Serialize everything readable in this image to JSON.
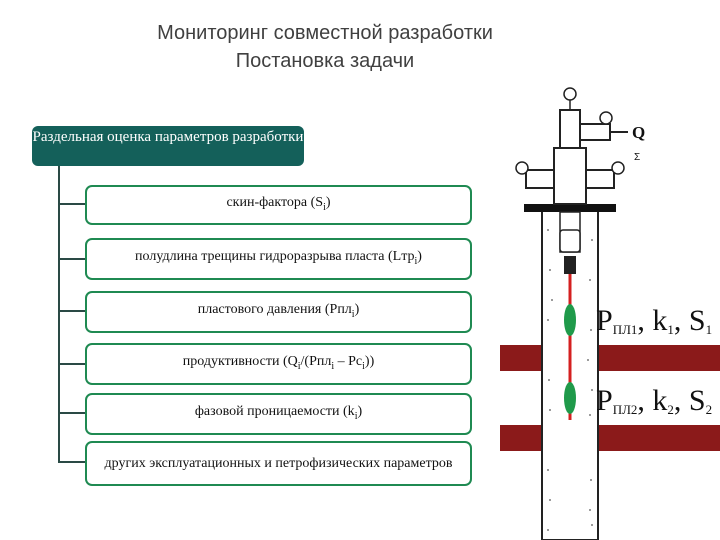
{
  "title": {
    "line1": "Мониторинг совместной разработки",
    "line2": "Постановка задачи"
  },
  "header": "Раздельная оценка параметров разработки",
  "items": [
    {
      "pre": "скин-фактора (S",
      "sub": "i",
      "post": ")"
    },
    {
      "pre": "полудлина трещины гидроразрыва пласта (Lтр",
      "sub": "i",
      "post": ")"
    },
    {
      "pre": "пластового давления (Рпл",
      "sub": "i",
      "post": ")"
    },
    {
      "pre": "продуктивности (Q",
      "sub": "i",
      "post": "/(Рпл",
      "sub2": "i",
      "post2": " – Рс",
      "sub3": "i",
      "post3": "))"
    },
    {
      "pre": "фазовой проницаемости (k",
      "sub": "i",
      "post": ")"
    },
    {
      "pre": "других эксплуатационных и петрофизических параметров"
    }
  ],
  "well": {
    "flow_label": "Q",
    "flow_sub": "Σ",
    "layer1": {
      "p": "P",
      "p_sub": "ПЛ1",
      "k": "k",
      "k_sub": "1",
      "s": "S",
      "s_sub": "1"
    },
    "layer2": {
      "p": "P",
      "p_sub": "ПЛ2",
      "k": "k",
      "k_sub": "2",
      "s": "S",
      "s_sub": "2"
    }
  },
  "colors": {
    "header_bg": "#14605a",
    "item_border": "#1f8a52",
    "formation": "#8b1a1a",
    "packer": "#1f9a4a",
    "cable": "#d42020"
  }
}
